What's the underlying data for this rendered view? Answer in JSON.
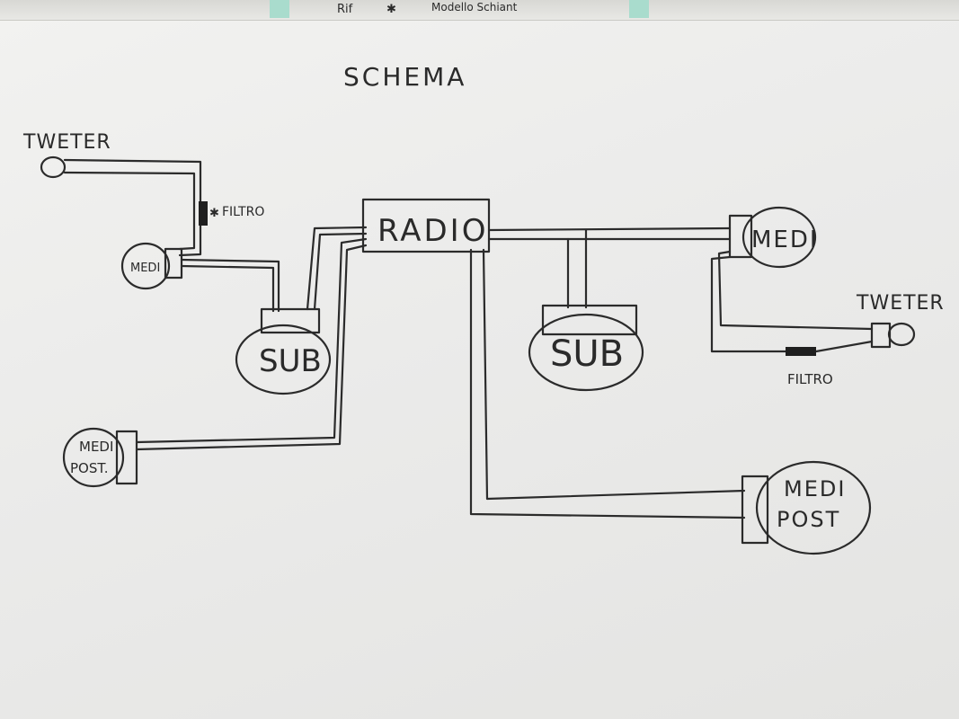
{
  "header_strip": {
    "fragment_left": "Rif",
    "fragment_right": "Modello Schiant"
  },
  "diagram": {
    "title": "SCHEMA",
    "components": {
      "tweeter_left": "TWETER",
      "filter_left": "FILTRO",
      "medi_left": "MEDI",
      "sub_left": "SUB",
      "medi_post_left_line1": "MEDI",
      "medi_post_left_line2": "POST.",
      "radio": "RADIO",
      "sub_center": "SUB",
      "medi_right": "MEDI",
      "tweeter_right": "TWETER",
      "filter_right": "FILTRO",
      "medi_post_right_line1": "MEDI",
      "medi_post_right_line2": "POST"
    }
  }
}
